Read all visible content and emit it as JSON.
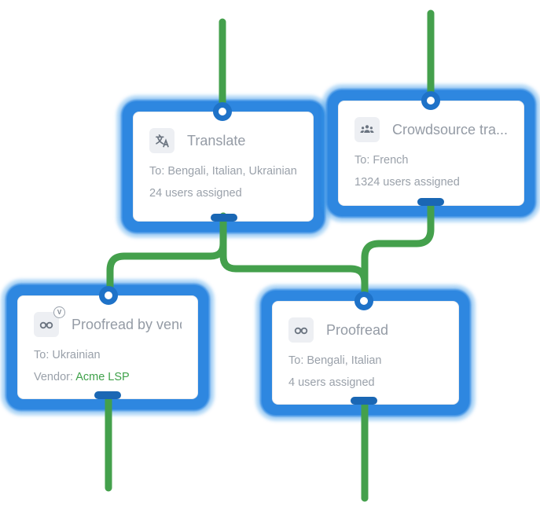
{
  "colors": {
    "node_border_blue": "#2e87e0",
    "input_port_blue": "#1e72c8",
    "output_port_blue": "#1a67b4",
    "connector_green": "#44a04c",
    "accent_green": "#3fa14a",
    "title_text": "#949ba5",
    "body_text": "#9aa1aa",
    "icon_box_bg": "#edeff3",
    "icon_glyph": "#6b7480"
  },
  "nodes": {
    "translate": {
      "title": "Translate",
      "icon": "translate-icon",
      "line1": "To: Bengali, Italian, Ukrainian",
      "line2": "24 users assigned"
    },
    "crowdsource": {
      "title": "Crowdsource tra...",
      "icon": "people-icon",
      "line1": "To: French",
      "line2": "1324 users assigned"
    },
    "proofread_vendor": {
      "title": "Proofread by vendor",
      "icon": "glasses-vendor-icon",
      "badge": "V",
      "line1": "To: Ukrainian",
      "line2_label": "Vendor: ",
      "line2_value": "Acme LSP"
    },
    "proofread": {
      "title": "Proofread",
      "icon": "glasses-icon",
      "line1": "To: Bengali, Italian",
      "line2": "4 users assigned"
    }
  }
}
